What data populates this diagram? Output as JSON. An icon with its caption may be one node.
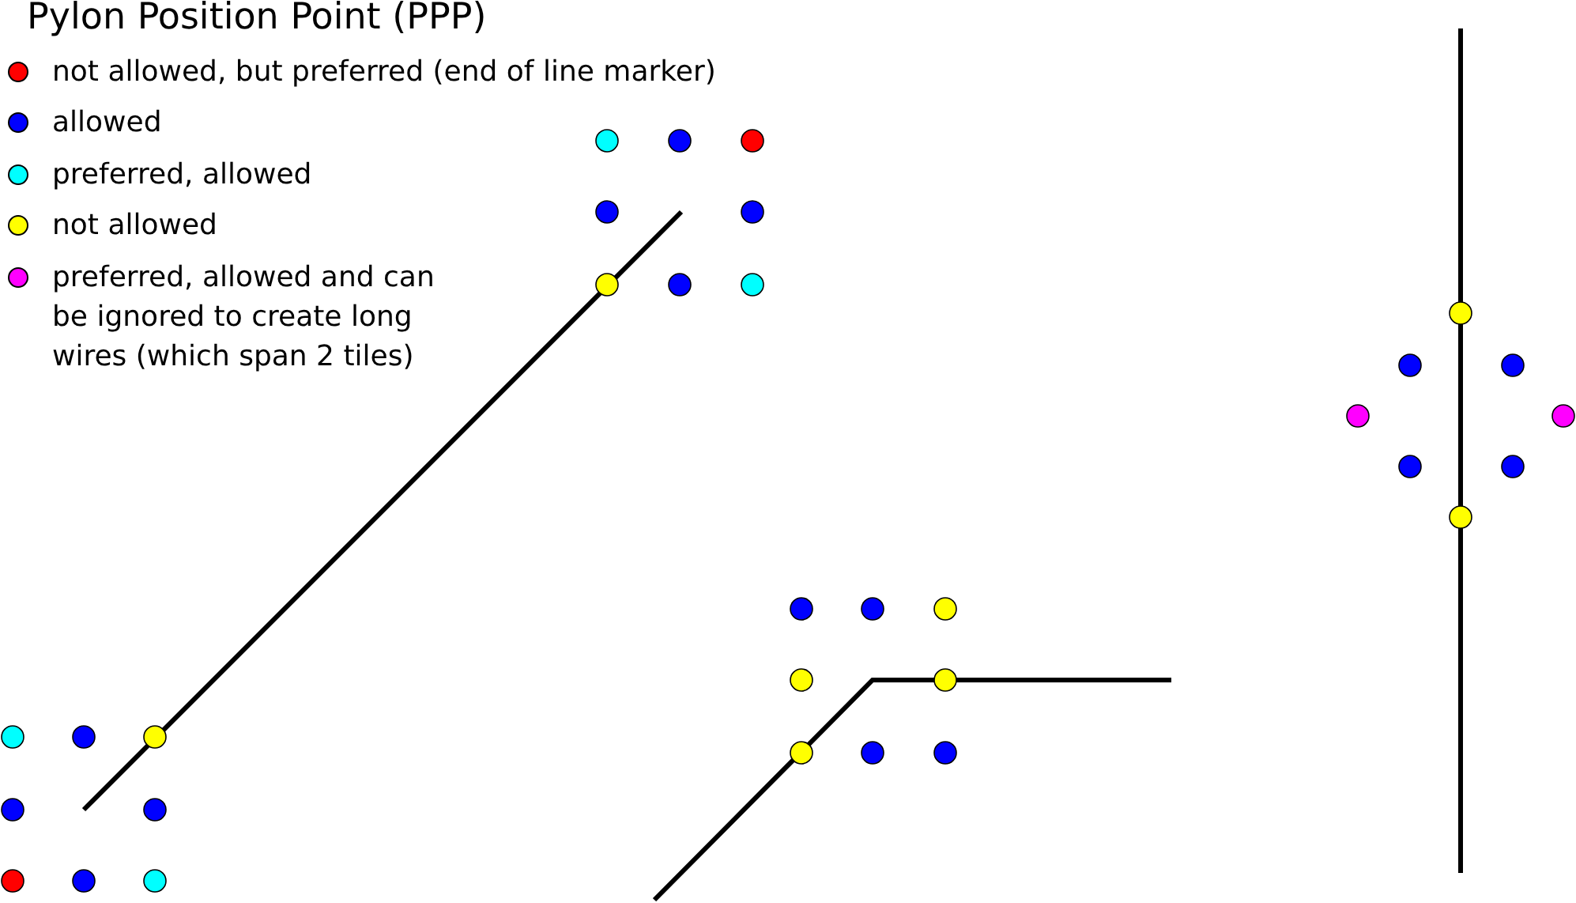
{
  "diagram": {
    "title": "Pylon Position Point (PPP)",
    "legend": [
      {
        "text": "not allowed, but preferred (end of line marker)",
        "color": "#ff0000"
      },
      {
        "text": "allowed",
        "color": "#0000ff"
      },
      {
        "text": "preferred, allowed",
        "color": "#00ffff"
      },
      {
        "text": "not allowed",
        "color": "#ffff00"
      },
      {
        "text": "preferred, allowed and can be ignored to create long wires (which span 2 tiles)",
        "color": "#ff00ff"
      }
    ]
  }
}
